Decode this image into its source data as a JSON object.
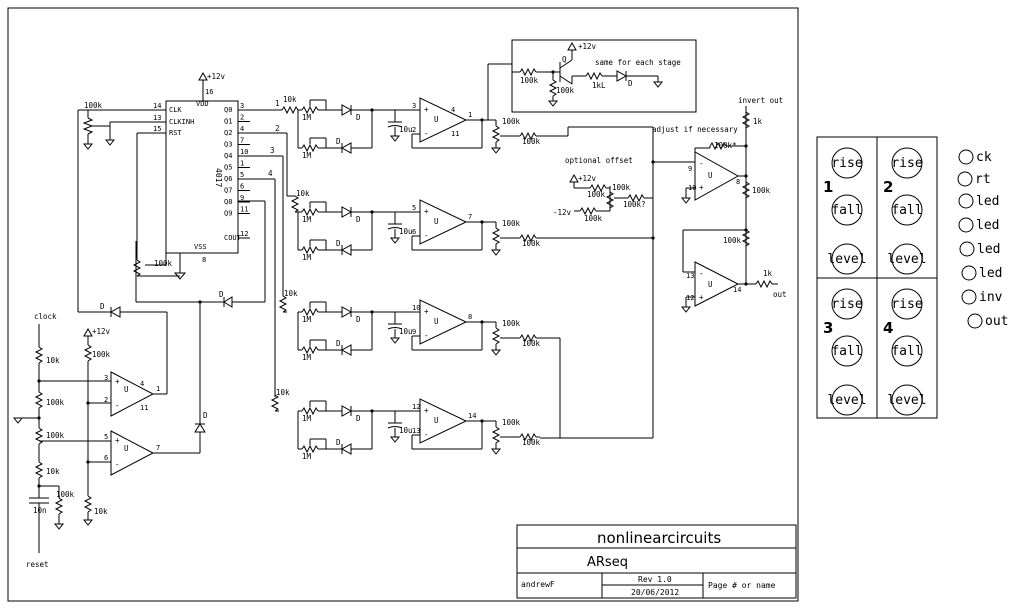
{
  "title_block": {
    "company": "nonlinearcircuits",
    "project": "ARseq",
    "author": "andrewF",
    "rev": "Rev 1.0",
    "date": "20/06/2012",
    "page": "Page # or name"
  },
  "ic": {
    "name": "4017",
    "left_pins": [
      {
        "num": "14",
        "label": "CLK"
      },
      {
        "num": "13",
        "label": "CLKINH"
      },
      {
        "num": "15",
        "label": "RST"
      }
    ],
    "right_pins": [
      {
        "label": "Q0",
        "num": "3"
      },
      {
        "label": "Q1",
        "num": "2"
      },
      {
        "label": "Q2",
        "num": "4"
      },
      {
        "label": "Q3",
        "num": "7"
      },
      {
        "label": "Q4",
        "num": "10"
      },
      {
        "label": "Q5",
        "num": "1"
      },
      {
        "label": "Q6",
        "num": "5"
      },
      {
        "label": "Q7",
        "num": "6"
      },
      {
        "label": "Q8",
        "num": "9"
      },
      {
        "label": "Q9",
        "num": "11"
      },
      {
        "label": "COUT",
        "num": "12"
      }
    ],
    "vdd": "VDD",
    "vdd_pin": "16",
    "vss": "VSS",
    "vss_pin": "8",
    "supply": "+12v"
  },
  "labels": {
    "clock": "clock",
    "reset": "reset",
    "invert_out": "invert out",
    "out": "out",
    "adjust": "adjust if necessary",
    "optional_offset": "optional offset",
    "same_each_stage": "same for each stage",
    "plus12": "+12v",
    "minus12": "-12v",
    "u": "U",
    "d": "D",
    "q": "Q",
    "r10k": "10k",
    "r100k": "100k",
    "r1m": "1M",
    "r1k": "1k",
    "r1kl": "1kL",
    "r100k_star": "100k*",
    "r100k_q": "100k?",
    "c10u": "10u",
    "c10n": "10n",
    "route_labels": [
      "1",
      "2",
      "3",
      "4"
    ]
  },
  "panel": {
    "stages": [
      {
        "number": "1",
        "knobs": [
          "rise",
          "fall",
          "level"
        ]
      },
      {
        "number": "2",
        "knobs": [
          "rise",
          "fall",
          "level"
        ]
      },
      {
        "number": "3",
        "knobs": [
          "rise",
          "fall",
          "level"
        ]
      },
      {
        "number": "4",
        "knobs": [
          "rise",
          "fall",
          "level"
        ]
      }
    ],
    "jacks": [
      "ck",
      "rt",
      "led",
      "led",
      "led",
      "led",
      "inv",
      "out"
    ]
  }
}
